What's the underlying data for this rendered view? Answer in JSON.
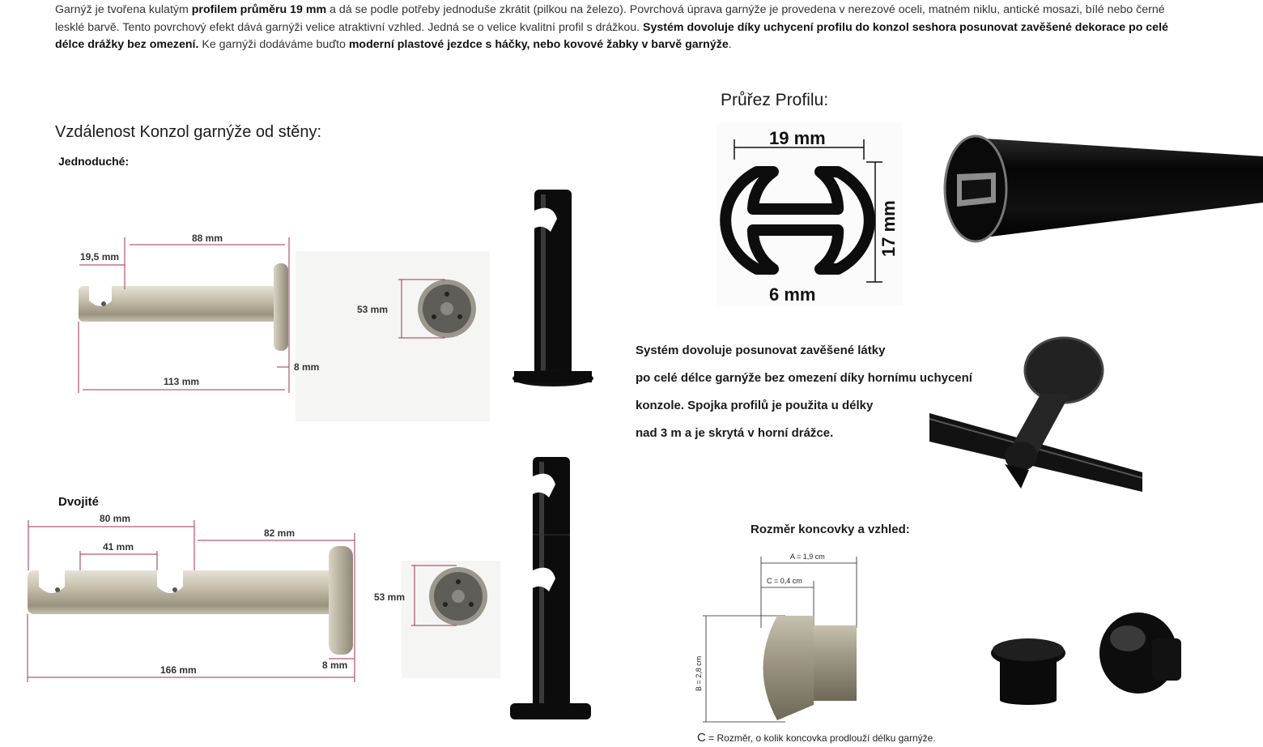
{
  "intro": {
    "p1": "Garnýž je tvořena kulatým ",
    "b1": "profilem průměru 19 mm",
    "p2": " a dá se podle potřeby jednoduše zkrátit (pilkou na železo). Povrchová úprava garnýže je provedena v nerezové oceli, matném niklu, antické mosazi, bílé nebo černé lesklé barvě. Tento povrchový efekt dává garnýži velice atraktivní vzhled. Jedná se o velice kvalitní profil s drážkou. ",
    "b2": "Systém dovoluje díky uchycení profilu do konzol seshora posunovat zavěšené dekorace po celé délce drážky bez omezení.",
    "p3": " Ke garnýži dodáváme buďto ",
    "b3": "moderní plastové jezdce s háčky, nebo kovové žabky v barvě garnýže",
    "p4": "."
  },
  "brackets": {
    "title": "Vzdálenost Konzol garnýže od stěny:",
    "single_label": "Jednoduché:",
    "double_label": "Dvojité",
    "single_dims": {
      "top": "88 mm",
      "notch": "19,5 mm",
      "total": "113 mm",
      "plate": "8 mm",
      "diameter": "53 mm"
    },
    "double_dims": {
      "a": "80 mm",
      "b": "41 mm",
      "c": "82 mm",
      "total": "166 mm",
      "plate": "8 mm",
      "diameter": "53 mm"
    }
  },
  "profile": {
    "title": "Průřez Profilu:",
    "width": "19 mm",
    "height": "17 mm",
    "gap": "6 mm"
  },
  "description": {
    "line1": "Systém dovoluje posunovat zavěšené látky",
    "line2": "po celé délce garnýže bez omezení díky hornímu uchycení",
    "line3": "konzole. Spojka profilů je použita u délky",
    "line4": " nad 3 m a je skrytá v horní drážce."
  },
  "endcap": {
    "title": "Rozměr koncovky a vzhled:",
    "a": "A = 1,9 cm",
    "c": "C = 0,4 cm",
    "b": "B = 2,8 cm",
    "note_c": "C",
    "note": " = Rozměr, o kolik koncovka prodlouží délku garnýže."
  },
  "colors": {
    "nickel": "#b9b29f",
    "black": "#0d0d0d",
    "dim_line": "#a0325a"
  }
}
